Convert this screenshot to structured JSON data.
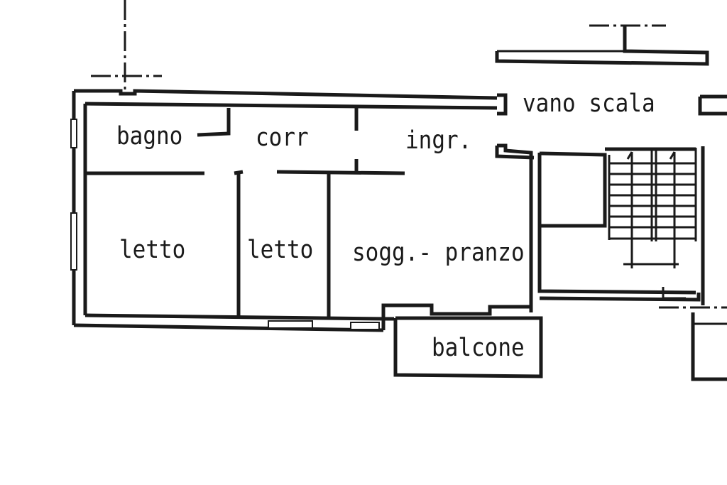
{
  "floorplan": {
    "rooms": {
      "bagno": "bagno",
      "corr": "corr",
      "ingr": "ingr.",
      "letto_1": "letto",
      "letto_2": "letto",
      "soggiorno": "sogg.- pranzo",
      "vano_scala": "vano  scala",
      "balcone": "balcone"
    }
  }
}
